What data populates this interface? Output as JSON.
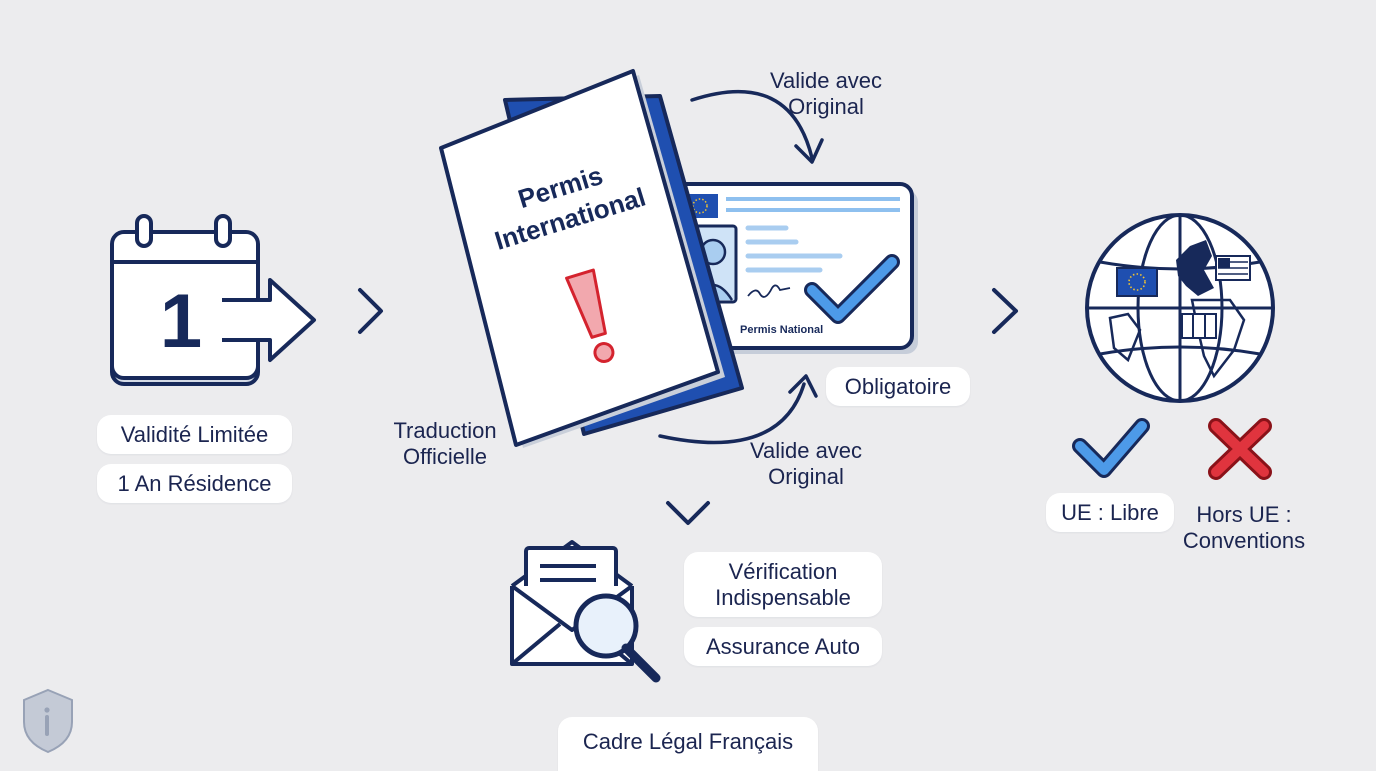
{
  "calendar": {
    "day_number": "1",
    "label_validity": "Validité Limitée",
    "label_residence": "1 An Résidence"
  },
  "booklet": {
    "title_line1": "Permis",
    "title_line2": "International",
    "translation_line1": "Traduction",
    "translation_line2": "Officielle"
  },
  "national_card": {
    "caption": "Permis National",
    "badge_mandatory": "Obligatoire"
  },
  "arrows": {
    "top_line1": "Valide avec",
    "top_line2": "Original",
    "bottom_line1": "Valide avec",
    "bottom_line2": "Original"
  },
  "world": {
    "eu_label": "UE : Libre",
    "non_eu_line1": "Hors UE :",
    "non_eu_line2": "Conventions"
  },
  "check": {
    "verification_line1": "Vérification",
    "verification_line2": "Indispensable",
    "insurance": "Assurance Auto"
  },
  "footer": {
    "legal_frame": "Cadre Légal Français"
  },
  "colors": {
    "navy": "#17295a",
    "blue": "#1f4fb0",
    "light_blue": "#a9cdf0",
    "check_blue": "#2f7fe0",
    "alert_red": "#d4232e",
    "background": "#ececee"
  }
}
